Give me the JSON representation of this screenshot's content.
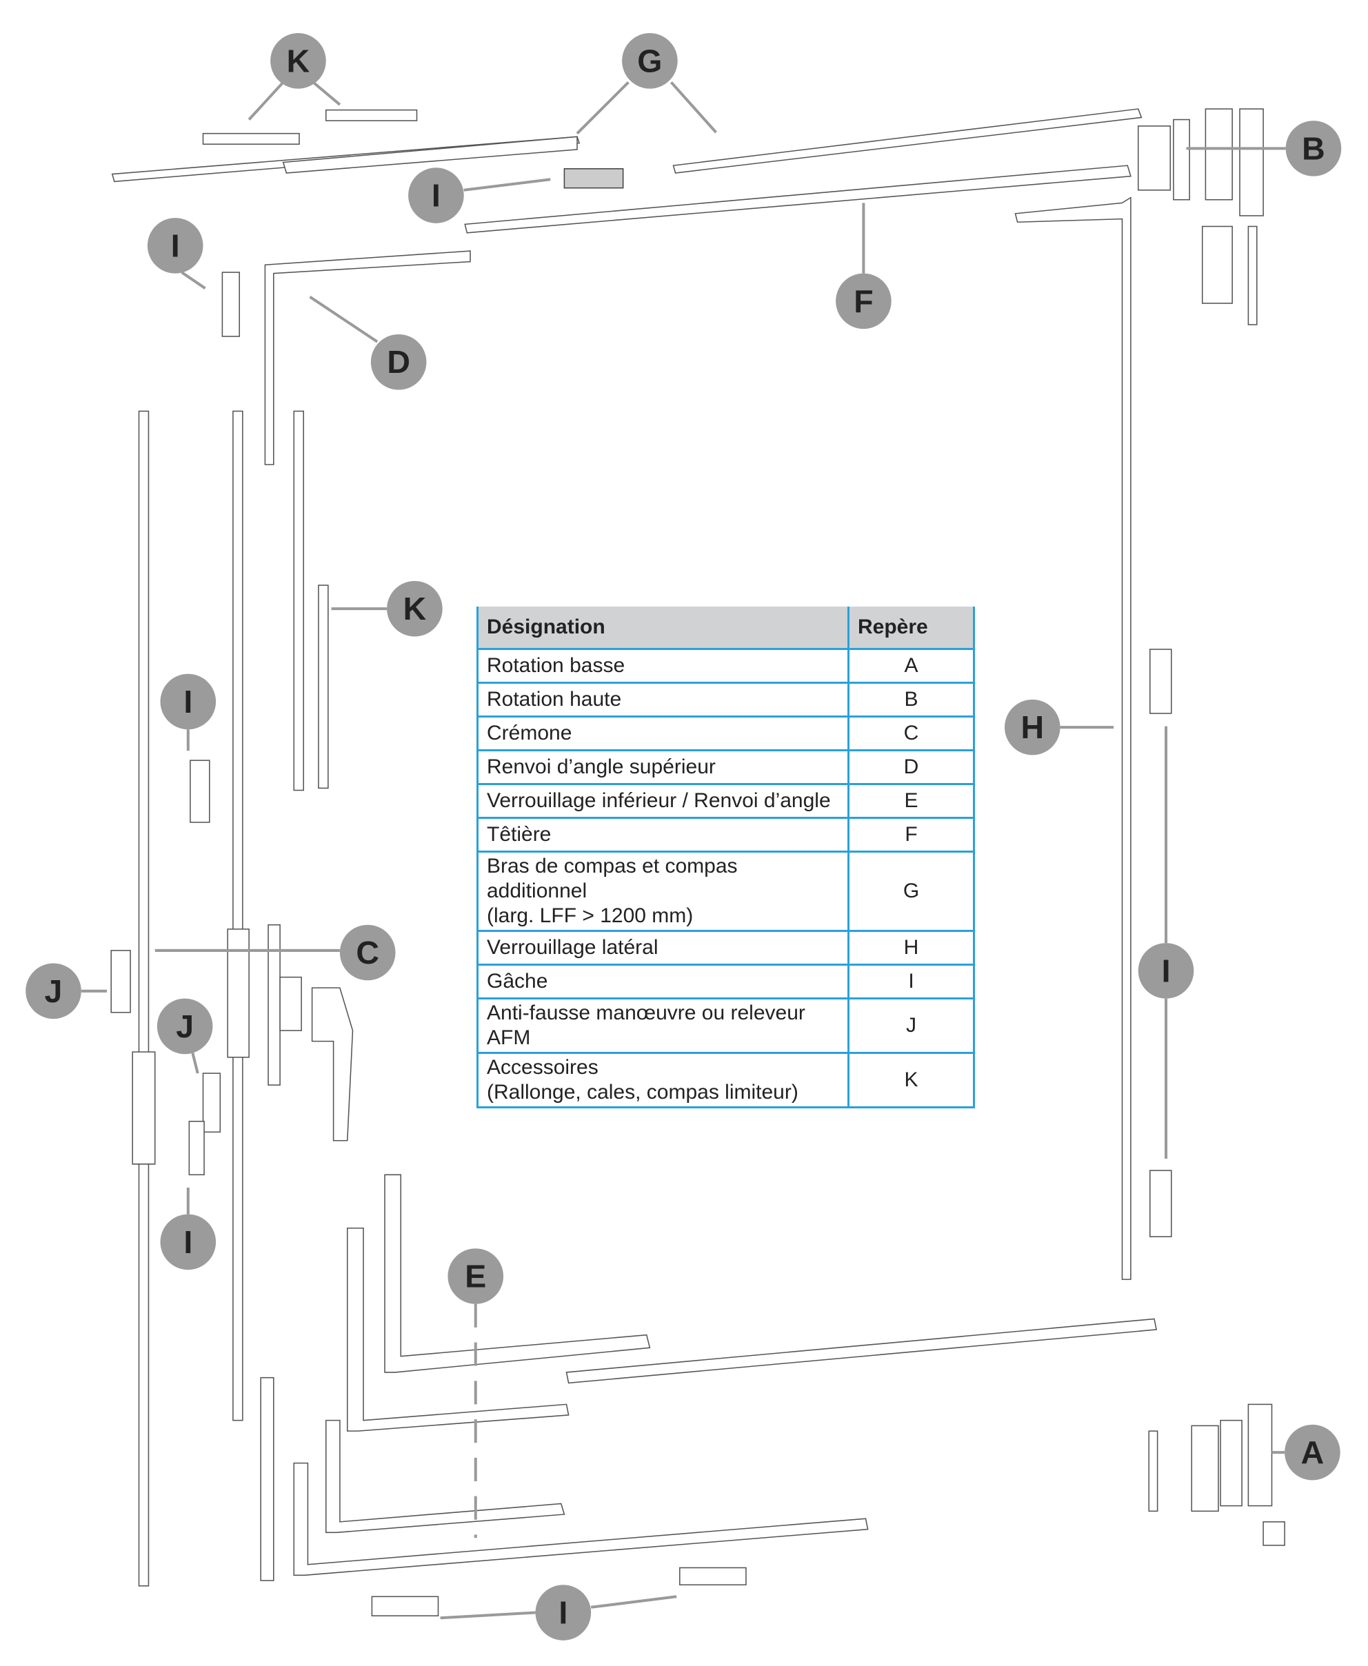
{
  "table": {
    "headers": {
      "designation": "Désignation",
      "repere": "Repère"
    },
    "rows": [
      {
        "designation": "Rotation basse",
        "repere": "A"
      },
      {
        "designation": "Rotation haute",
        "repere": "B"
      },
      {
        "designation": "Crémone",
        "repere": "C"
      },
      {
        "designation": "Renvoi d’angle supérieur",
        "repere": "D"
      },
      {
        "designation": "Verrouillage inférieur / Renvoi d’angle",
        "repere": "E"
      },
      {
        "designation": "Têtière",
        "repere": "F"
      },
      {
        "designation": "Bras de compas et compas additionnel",
        "designation2": "(larg. LFF > 1200 mm)",
        "repere": "G"
      },
      {
        "designation": "Verrouillage latéral",
        "repere": "H"
      },
      {
        "designation": "Gâche",
        "repere": "I"
      },
      {
        "designation": "Anti-fausse manœuvre ou releveur AFM",
        "repere": "J"
      },
      {
        "designation": "Accessoires",
        "designation2": "(Rallonge, cales, compas limiteur)",
        "repere": "K"
      }
    ]
  },
  "callouts": [
    "K",
    "G",
    "B",
    "I",
    "I",
    "F",
    "D",
    "K",
    "I",
    "H",
    "C",
    "I",
    "J",
    "J",
    "I",
    "E",
    "A",
    "I"
  ],
  "colors": {
    "table_border": "#2aa1da",
    "header_bg": "#d1d2d4",
    "callout": "#9b9b9b"
  }
}
